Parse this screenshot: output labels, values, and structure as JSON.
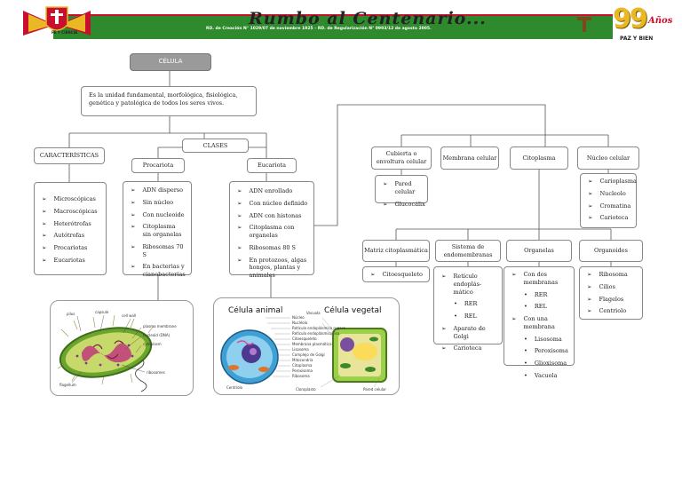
{
  "banner": {
    "title": "Rumbo al Centenario...",
    "subtitle": "RD. de Creación N° 1029/07 de noviembre 1925 – RD. de Regularización N° 0993/12 de agosto 2005.",
    "logo_text": "FE Y CIENCIA",
    "anniversary_number": "99",
    "anniversary_word": "Años",
    "motto": "PAZ Y BIEN",
    "colors": {
      "green": "#2e8a2c",
      "red": "#c8102e",
      "gold": "#e9b824"
    }
  },
  "map": {
    "root": "CÉLULA",
    "definition": "Es la unidad fundamental, morfológica, fisiológica, genética y patológica de todos los seres vivos.",
    "characteristics": {
      "title": "CARACTERÍSTICAS",
      "items": [
        "Microscópicas",
        "Macroscópicas",
        "Heterótrofas",
        "Autótrofas",
        "Procariotas",
        "Eucariotas"
      ]
    },
    "classes": {
      "title": "CLASES",
      "procariota": {
        "title": "Procariota",
        "items": [
          "ADN disperso",
          "Sin núcleo",
          "Con nucleoide",
          "Citoplasma sin organelas",
          "Ribosomas 70 S",
          "En bacterias y cianobacterias"
        ]
      },
      "eucariota": {
        "title": "Eucariota",
        "items": [
          "ADN enrollado",
          "Con núcleo definido",
          "ADN con histonas",
          "Citoplasma con organelas",
          "Ribosomas 80 S",
          "En protozoos, algas hongos, plantas y animales"
        ]
      }
    },
    "parts": {
      "cubierta": {
        "title": "Cubierta o envoltura celular",
        "items": [
          "Pared celular",
          "Glucocálix"
        ]
      },
      "membrana": {
        "title": "Membrana celular"
      },
      "citoplasma": {
        "title": "Citoplasma"
      },
      "nucleo": {
        "title": "Núcleo celular",
        "items": [
          "Carioplasma",
          "Nucleolo",
          "Cromatina",
          "Carioteca"
        ]
      }
    },
    "cytoplasm": {
      "matriz": {
        "title": "Matriz citoplasmática",
        "items": [
          "Citoesqueleto"
        ]
      },
      "endomembranas": {
        "title": "Sistema de endomembranas",
        "items": [
          {
            "text": "Retículo endoplás-mático",
            "sub": [
              "RER",
              "REL"
            ]
          },
          {
            "text": "Aparato de Golgi",
            "sub": []
          },
          {
            "text": "Carioteca",
            "sub": []
          }
        ]
      },
      "organelas": {
        "title": "Organelas",
        "groups": [
          {
            "text": "Con dos membranas",
            "sub": [
              "RER",
              "REL"
            ]
          },
          {
            "text": "Con una membrana",
            "sub": [
              "Lisosoma",
              "Peroxisoma",
              "Glioxisoma",
              "Vacuola"
            ]
          }
        ]
      },
      "organoides": {
        "title": "Organoides",
        "items": [
          "Ribosoma",
          "Cilios",
          "Flagelos",
          "Centriolo"
        ]
      }
    },
    "images": {
      "bacteria": {
        "labels": [
          "pilus",
          "capsule",
          "cell wall",
          "plasma membrane",
          "nucleoid (DNA)",
          "cytoplasm",
          "ribosomes",
          "flagellum"
        ]
      },
      "cells": {
        "animal_title": "Célula animal",
        "plant_title": "Célula vegetal",
        "labels": [
          "Núcleo",
          "Nucléolo",
          "Retículo endoplásmico rugoso",
          "Retículo endoplásmico liso",
          "Citoesqueleto",
          "Membrana plasmática",
          "Lisosoma",
          "Complejo de Golgi",
          "Mitocondria",
          "Citoplasma",
          "Peroxisoma",
          "Ribosoma",
          "Centríolo",
          "Vacuola",
          "Cloroplasto",
          "Pared celular"
        ]
      }
    }
  }
}
